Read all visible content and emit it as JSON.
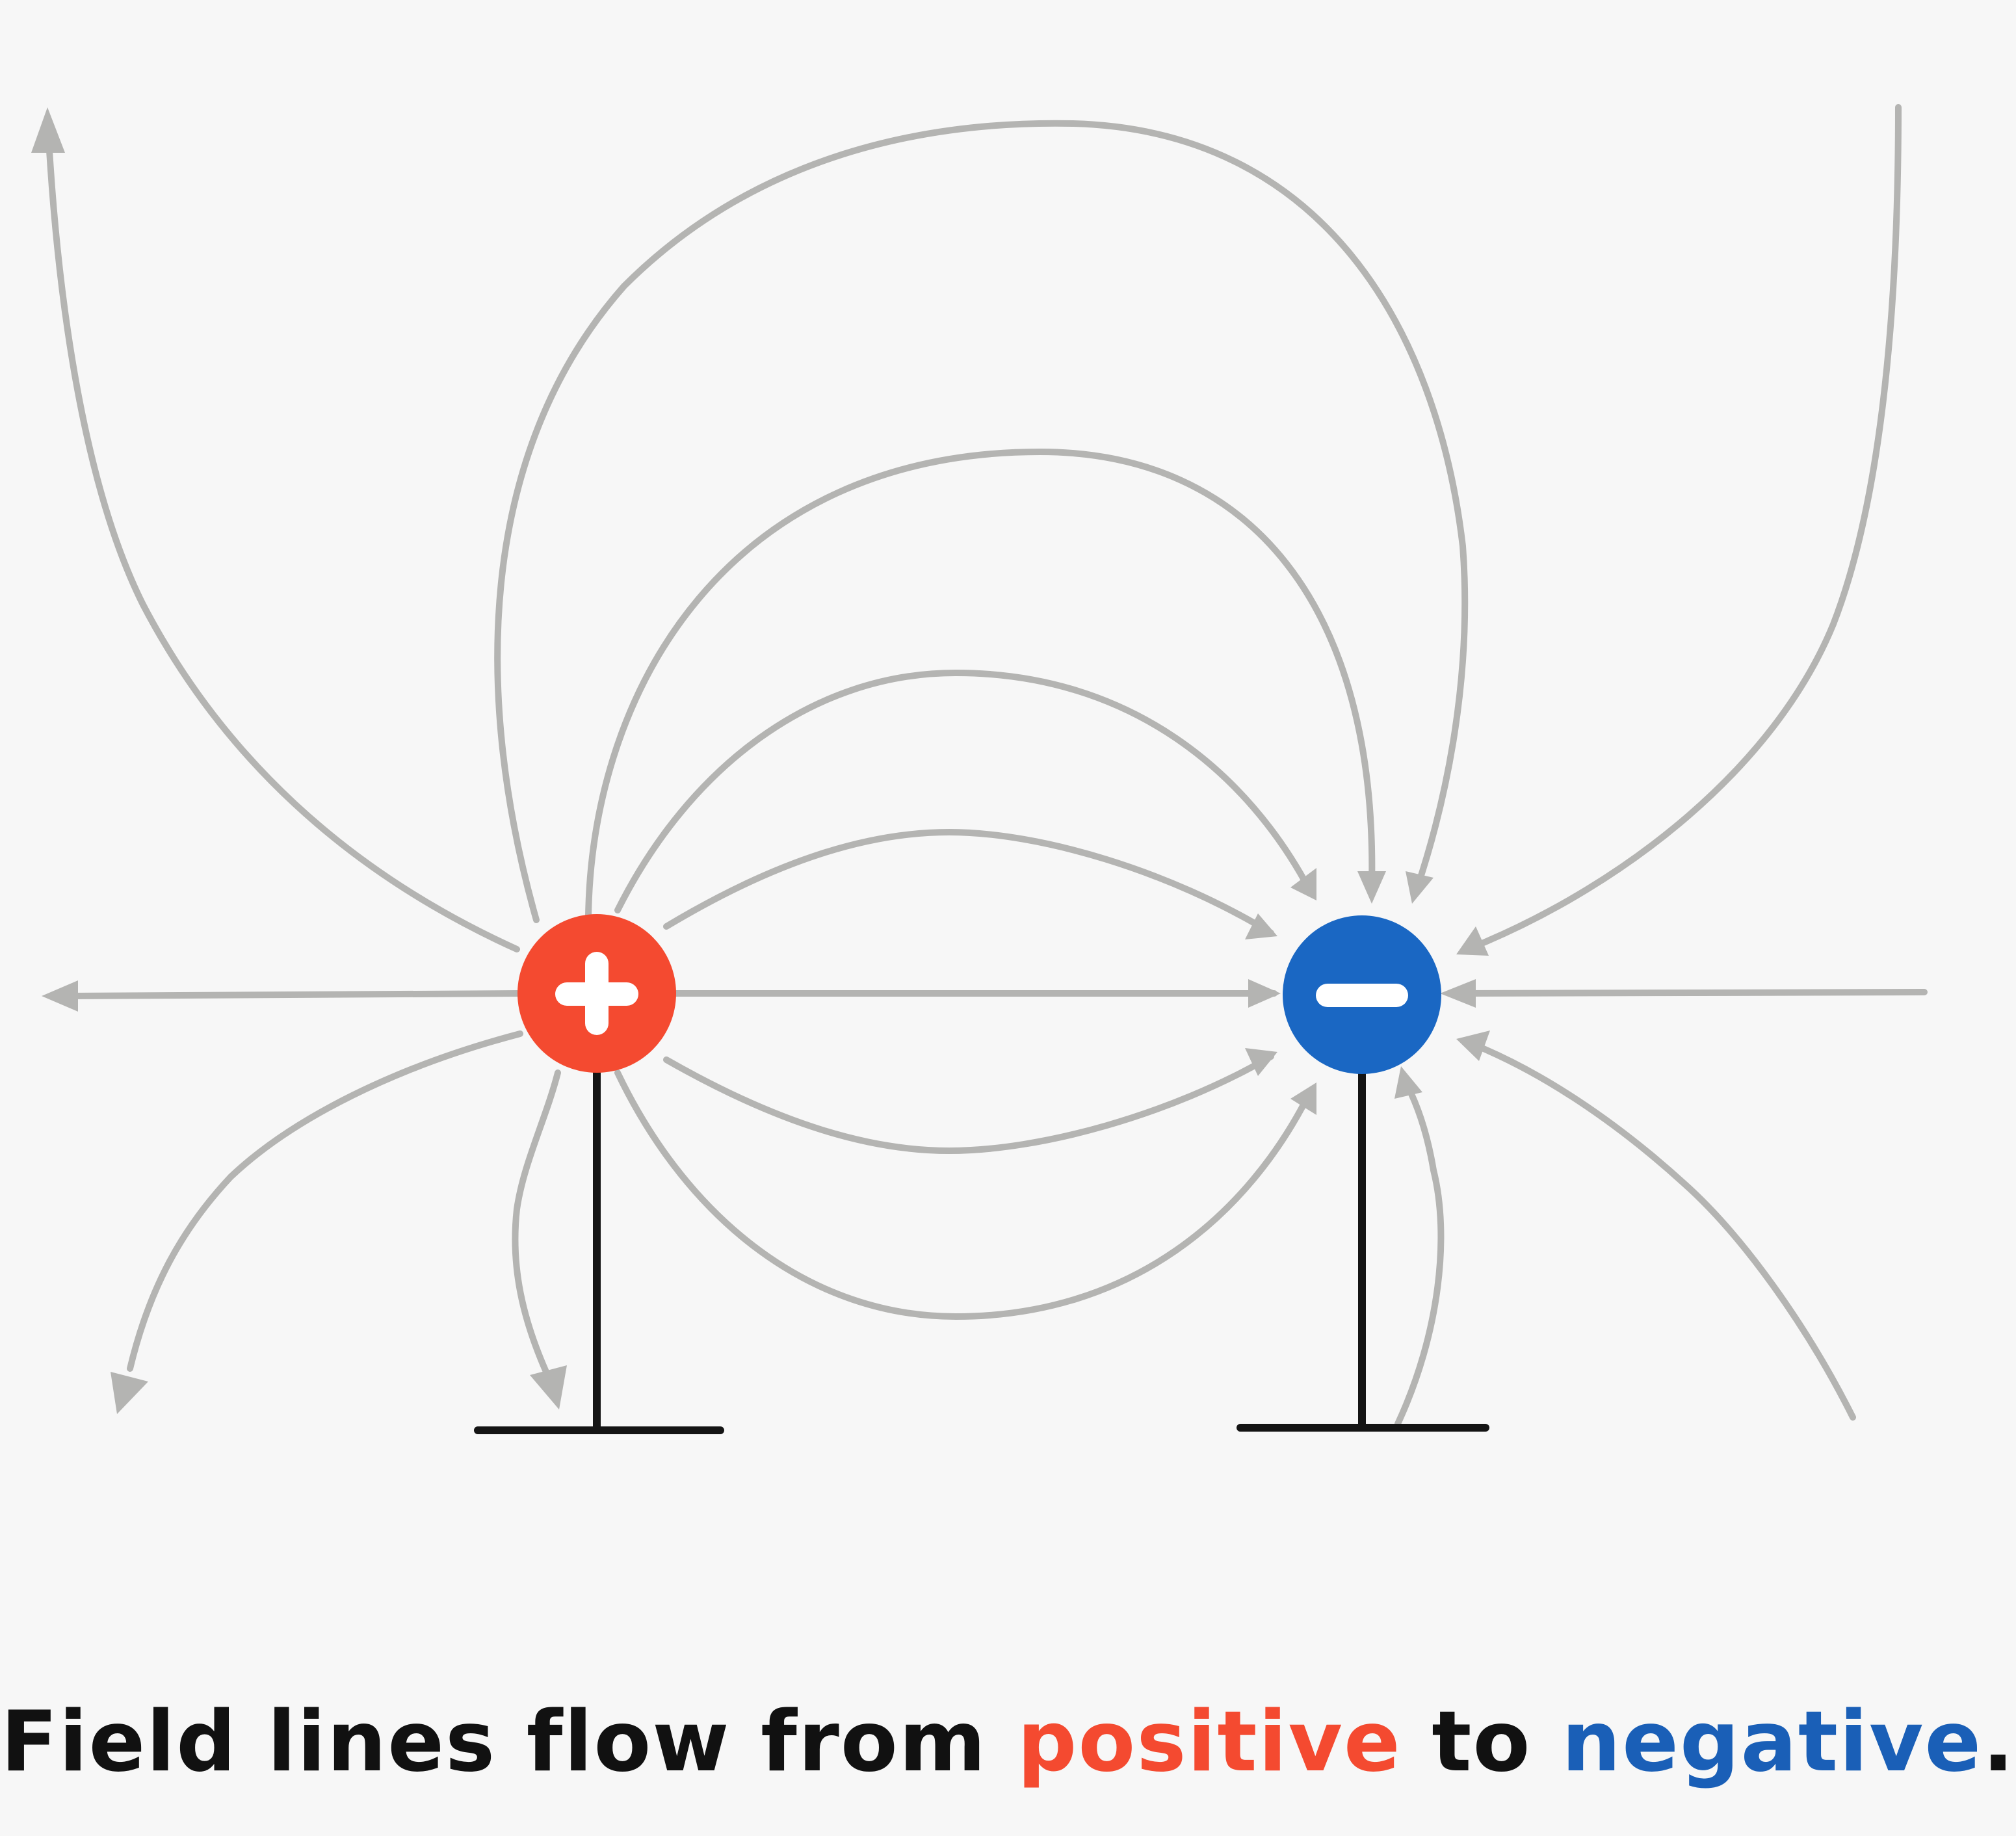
{
  "caption": {
    "part1": "Field lines flow from ",
    "positive_word": "positive",
    "part2": " to ",
    "negative_word": "negative",
    "part3": "."
  },
  "charges": {
    "positive": {
      "sign": "+",
      "color": "#f44a30"
    },
    "negative": {
      "sign": "−",
      "color": "#1a67c3"
    }
  },
  "colors": {
    "field_line": "#b4b4b2",
    "stand": "#141414",
    "text": "#111111",
    "positive_text": "#f44a30",
    "negative_text": "#1a5fb7",
    "background": "#f7f7f7"
  }
}
